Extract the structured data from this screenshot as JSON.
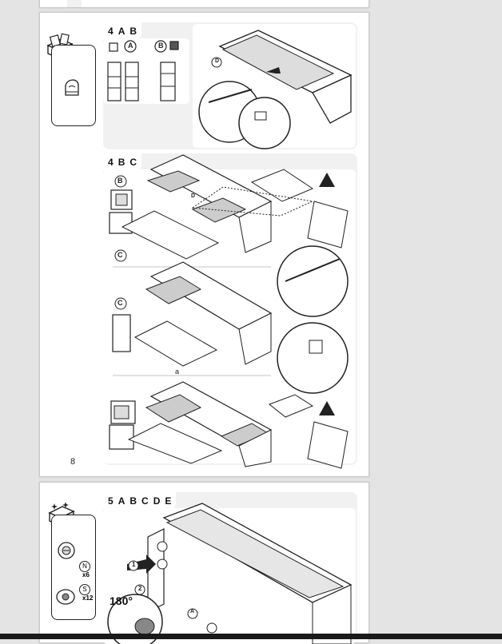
{
  "pages": {
    "top_page": {},
    "middle_page": {
      "page_number": "8",
      "step_4ab": {
        "num": "4",
        "letters": [
          "A",
          "B"
        ],
        "variant_a": "A",
        "variant_b": "B",
        "shelf_label": "D"
      },
      "step_4bc": {
        "num": "4",
        "letters": [
          "B",
          "C"
        ],
        "label_b": "B",
        "label_c": "C",
        "label_c2": "C",
        "shelf_label": "D",
        "dim": "a"
      }
    },
    "bottom_page": {
      "step_5": {
        "num": "5",
        "letters": [
          "A",
          "B",
          "C",
          "D",
          "E"
        ],
        "callout_1": "1",
        "callout_2": "2",
        "callout_a": "A",
        "angle": "180°"
      },
      "parts": [
        {
          "letter": "N",
          "qty": "x6"
        },
        {
          "letter": "S",
          "qty": "x12"
        }
      ]
    }
  },
  "colors": {
    "background": "#e4e4e4",
    "panel": "#f1f1f1",
    "line": "#222222"
  }
}
